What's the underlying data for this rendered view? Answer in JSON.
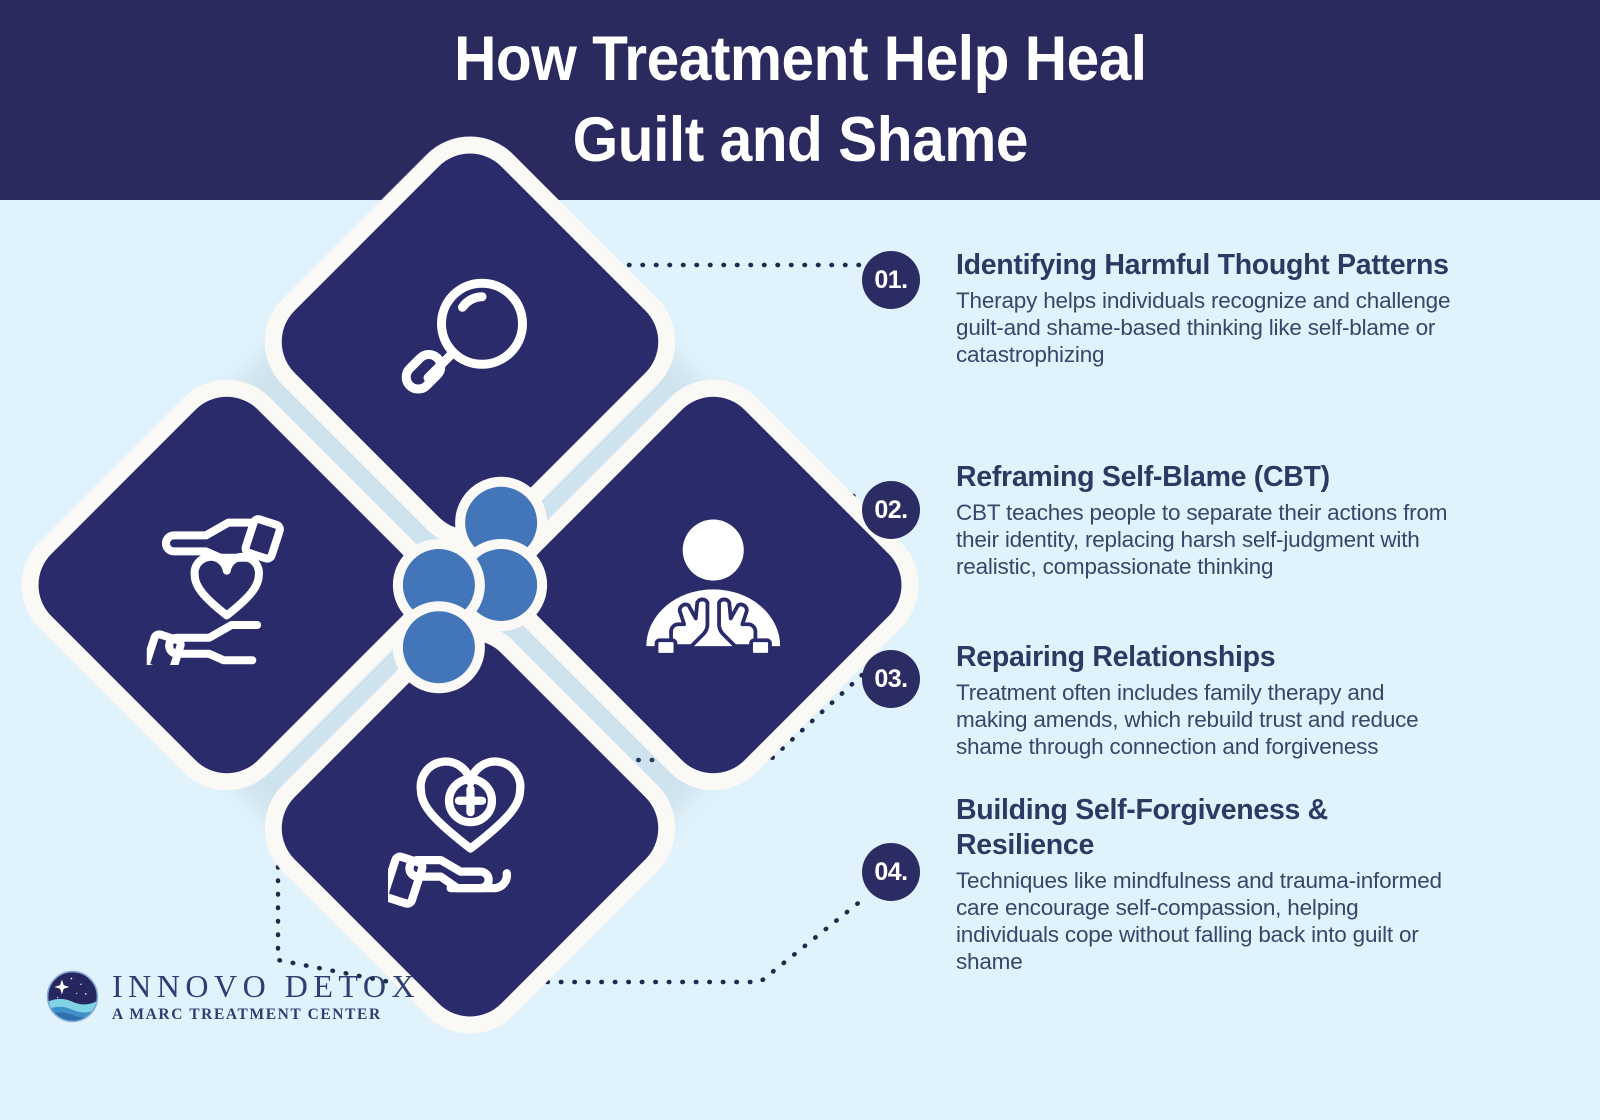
{
  "header": {
    "title": "How Treatment Help Heal\nGuilt and Shame"
  },
  "colors": {
    "header_navy": "#2a2a5f",
    "background_light_blue": "#e0f2fb",
    "tile_navy": "#2a2b6b",
    "node_blue": "#4376b8",
    "badge_navy": "#2c2c64",
    "tile_frame_cream": "#fbf9f5",
    "title_text": "#2b3a63",
    "body_text": "#33486a",
    "logo_text": "#2c3f73"
  },
  "steps": [
    {
      "number": "01.",
      "title": "Identifying Harmful Thought Patterns",
      "desc": "Therapy helps individuals recognize and challenge guilt-and shame-based thinking like self-blame or catastrophizing"
    },
    {
      "number": "02.",
      "title": "Reframing Self-Blame (CBT)",
      "desc": "CBT teaches people to separate their actions from their identity, replacing harsh self-judgment with realistic, compassionate thinking"
    },
    {
      "number": "03.",
      "title": "Repairing Relationships",
      "desc": "Treatment often includes family therapy and making amends, which rebuild trust and reduce shame through connection and forgiveness"
    },
    {
      "number": "04.",
      "title": "Building Self-Forgiveness & Resilience",
      "desc": "Techniques like mindfulness and trauma-informed care encourage self-compassion, helping individuals cope without falling back into guilt or shame"
    }
  ],
  "diamond": {
    "tiles": [
      {
        "position": "top",
        "icon": "magnifying-glass-icon"
      },
      {
        "position": "right",
        "icon": "person-self-hug-icon"
      },
      {
        "position": "left",
        "icon": "hands-holding-heart-icon"
      },
      {
        "position": "bottom",
        "icon": "hand-heart-medical-cross-icon"
      }
    ],
    "node_count": 4
  },
  "logo": {
    "name": "INNOVO DETOX",
    "tagline": "A MARC TREATMENT CENTER",
    "mark": "night-sky-waves-circle-logo-icon"
  }
}
